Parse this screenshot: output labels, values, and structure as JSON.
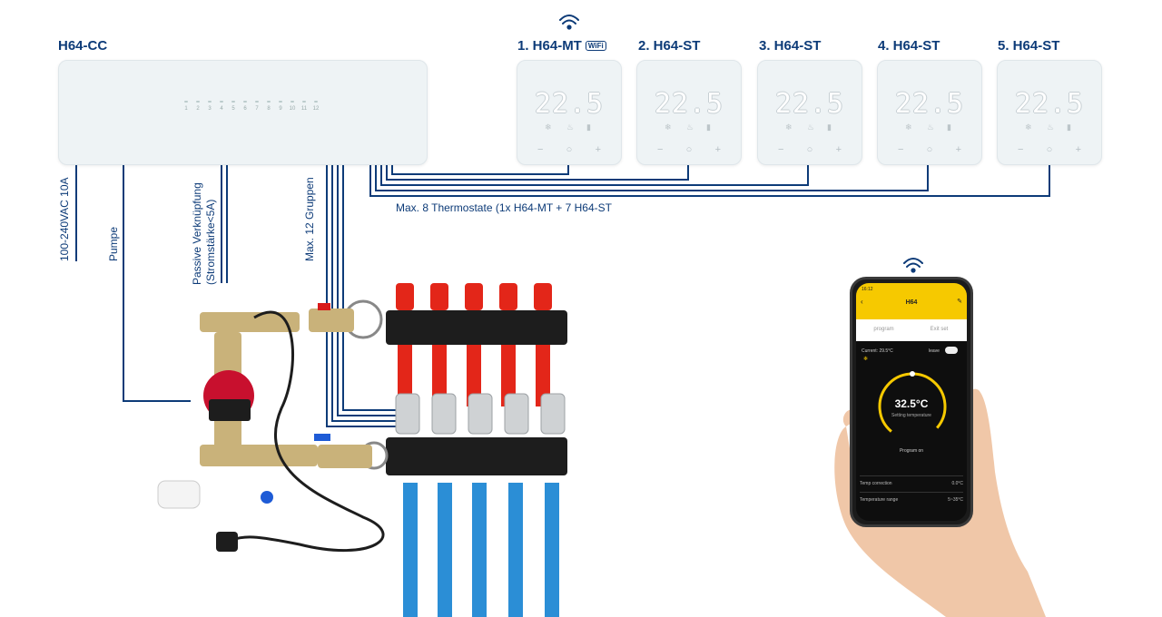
{
  "controller": {
    "title": "H64-CC",
    "led_numbers": [
      "1",
      "2",
      "3",
      "4",
      "5",
      "6",
      "7",
      "8",
      "9",
      "10",
      "11",
      "12"
    ]
  },
  "thermostats": [
    {
      "title": "1. H64-MT",
      "display": "22.5",
      "wifi_badge": "WiFi"
    },
    {
      "title": "2. H64-ST",
      "display": "22.5"
    },
    {
      "title": "3. H64-ST",
      "display": "22.5"
    },
    {
      "title": "4. H64-ST",
      "display": "22.5"
    },
    {
      "title": "5. H64-ST",
      "display": "22.5"
    }
  ],
  "thermostat_buttons": [
    "−",
    "○",
    "+"
  ],
  "labels": {
    "power": "100-240VAC 10A",
    "pump": "Pumpe",
    "passive": "Passive Verknüpfung",
    "passive_sub": "(Stromstärke<5A)",
    "groups": "Max. 12 Gruppen",
    "max_thermostats": "Max. 8 Thermostate (1x H64-MT + 7 H64-ST"
  },
  "phone": {
    "time": "16:12",
    "app_title": "H64",
    "tab_program": "program",
    "tab_exit": "Exit set",
    "current": "Current: 29.5°C",
    "leave": "leave",
    "setpoint": "32.5°C",
    "setting_label": "Setting temperature",
    "program_on": "Program on",
    "row1_label": "Temp correction",
    "row1_value": "0.0°C",
    "row2_label": "Temperature range",
    "row2_value": "5~35°C"
  },
  "colors": {
    "wire": "#0d3b78",
    "manifold": "#1d1d1d",
    "red_pipe": "#e32619",
    "blue_pipe": "#2b8ed6",
    "accent_yellow": "#f6c900"
  },
  "icons": [
    "wifi-icon",
    "snowflake-icon",
    "drop-icon",
    "power-plug-icon"
  ]
}
